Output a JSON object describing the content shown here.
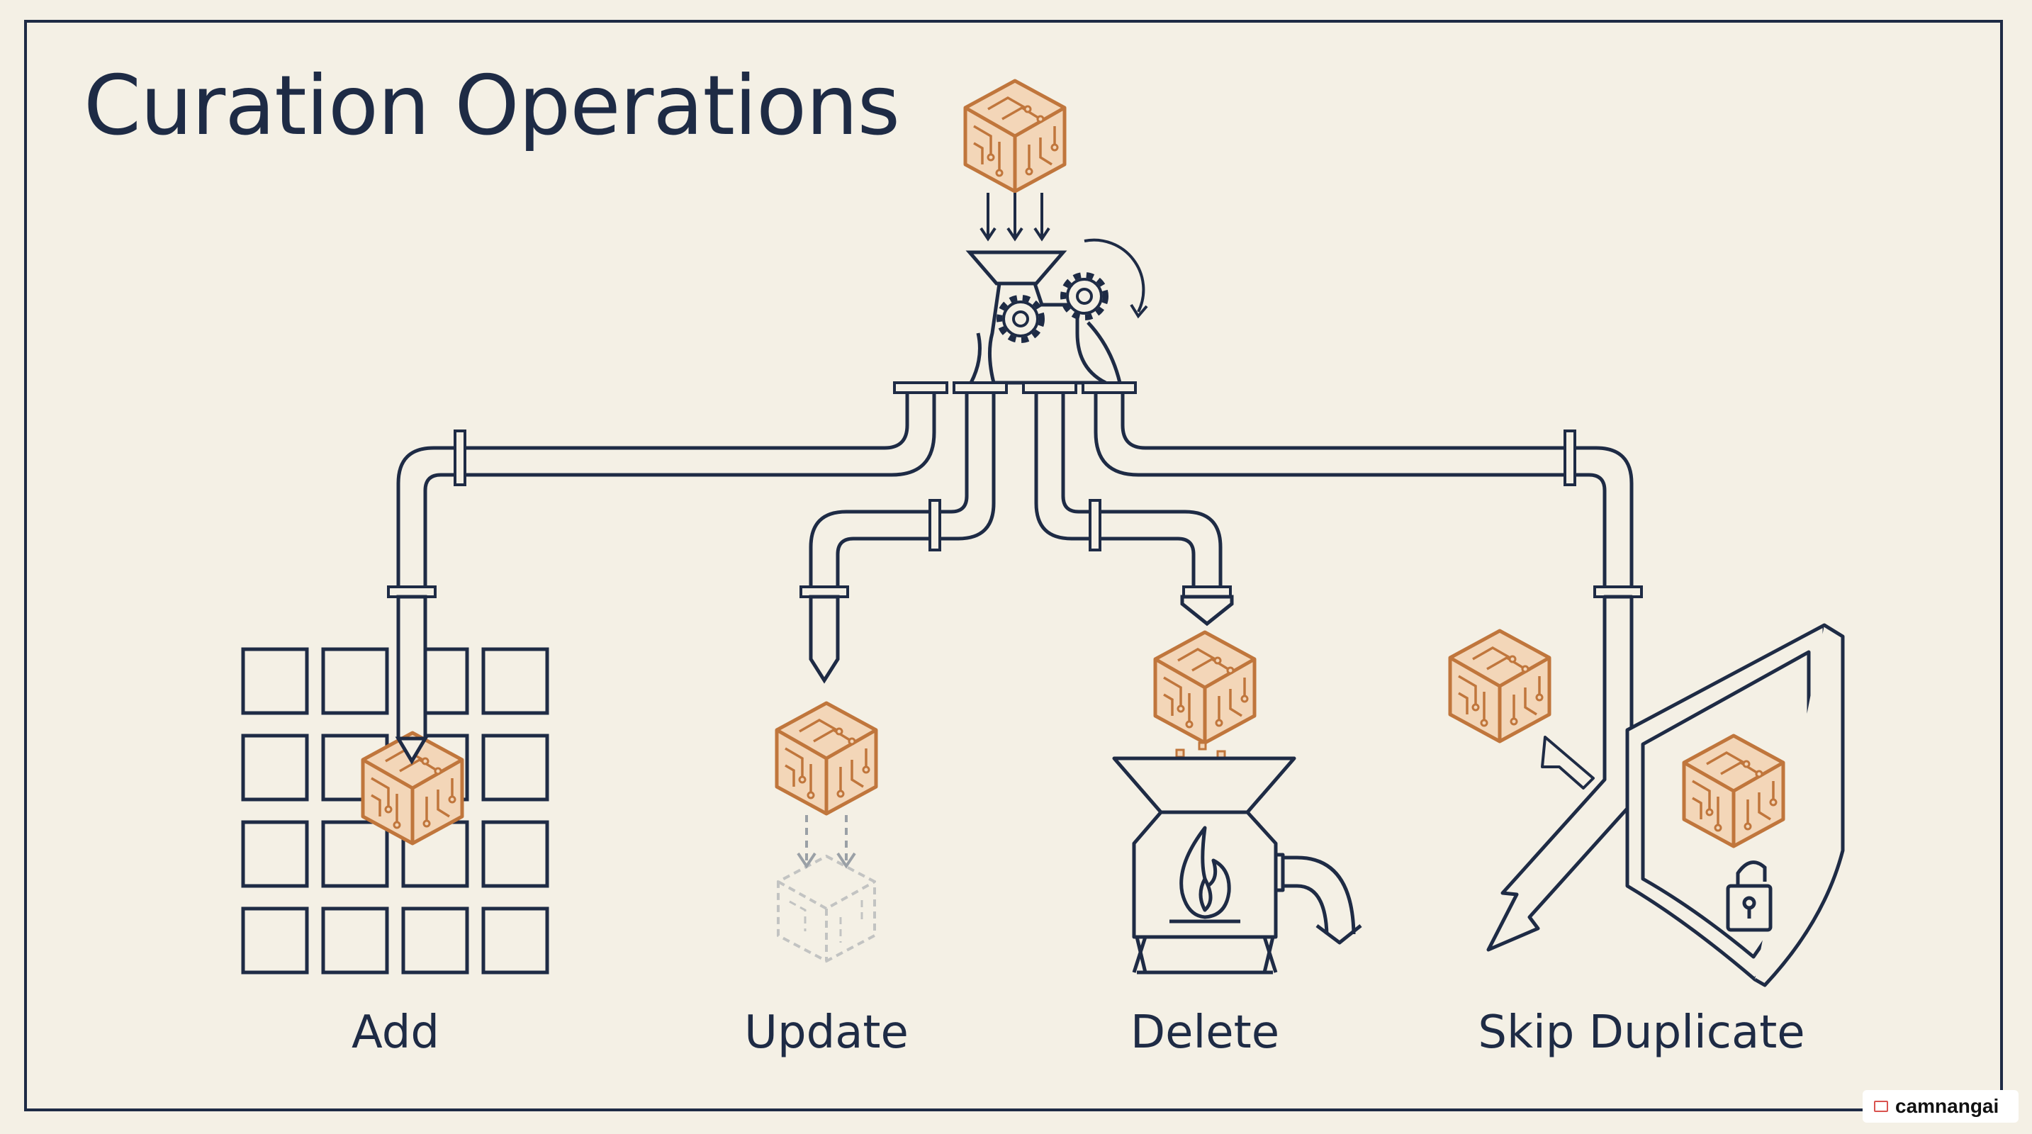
{
  "title": "Curation Operations",
  "operations": [
    {
      "id": "add",
      "label": "Add"
    },
    {
      "id": "update",
      "label": "Update"
    },
    {
      "id": "delete",
      "label": "Delete"
    },
    {
      "id": "skip",
      "label": "Skip Duplicate"
    }
  ],
  "watermark": {
    "text": "camnangai"
  },
  "colors": {
    "background": "#f4f0e5",
    "ink": "#1e2b45",
    "accent": "#c0763c",
    "accent_fill": "#f3d6b8",
    "ghost": "#9aa0a6"
  },
  "icons": {
    "module": "circuit-cube-icon",
    "machine": "gear-funnel-icon",
    "grid": "storage-grid-icon",
    "incinerator": "incinerator-icon",
    "shield": "shield-icon",
    "lock": "padlock-icon"
  }
}
